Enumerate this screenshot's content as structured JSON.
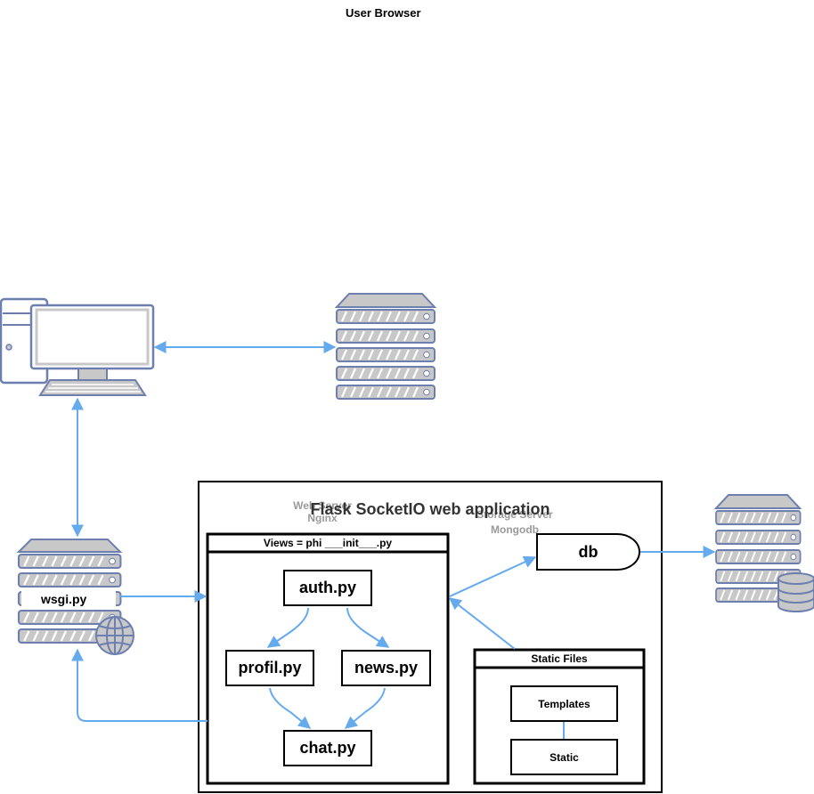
{
  "header": {
    "title": "User Browser"
  },
  "servers": {
    "web_server_label_line1": "Web Server",
    "web_server_label_line2": "Nginx",
    "storage_label_line1": "Storage Server",
    "storage_label_line2": "Mongodb",
    "wsgi_label": "wsgi.py"
  },
  "app": {
    "title": "Flask SocketIO web application",
    "views_header": "Views = phi ___init___.py",
    "modules": {
      "auth": "auth.py",
      "profil": "profil.py",
      "news": "news.py",
      "chat": "chat.py"
    },
    "db_label": "db",
    "static_files": {
      "header": "Static Files",
      "templates": "Templates",
      "static": "Static"
    }
  },
  "colors": {
    "arrow": "#66aaee",
    "server_stroke": "#6c7fae",
    "server_fill": "#c8c8c8",
    "server_body": "#ffffff"
  },
  "icons": [
    "desktop-computer-icon",
    "server-rack-icon",
    "database-icon",
    "globe-icon"
  ]
}
